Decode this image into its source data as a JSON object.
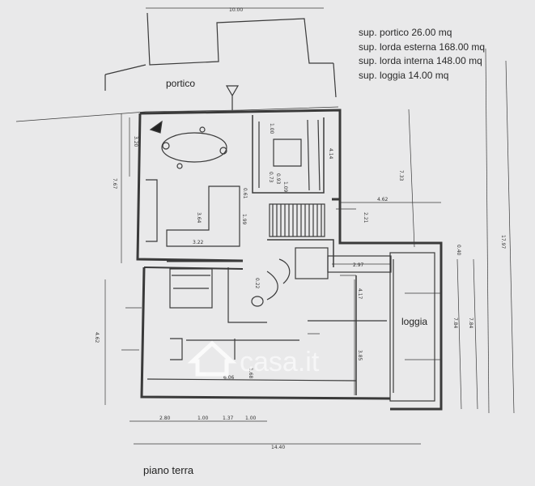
{
  "info": {
    "portico": "sup. portico 26.00 mq",
    "lorda_esterna": "sup. lorda esterna  168.00 mq",
    "lorda_interna": "sup. lorda interna  148.00 mq",
    "loggia": "sup. loggia  14.00 mq"
  },
  "rooms": {
    "portico": "portico",
    "loggia": "loggia"
  },
  "title": "piano terra",
  "watermark": "casa.it",
  "dimensions": {
    "top_width": "10.00",
    "total_width": "14.40",
    "total_height": "17.97",
    "d_3_20": "3.20",
    "d_7_67": "7.67",
    "d_1_00": "1.00",
    "d_4_14": "4.14",
    "d_7_33": "7.33",
    "d_0_73": "0.73",
    "d_0_93": "0.93",
    "d_1_09": "1.09",
    "d_0_61": "0.61",
    "d_3_64": "3.64",
    "d_1_99": "1.99",
    "d_3_22": "3.22",
    "d_2_21": "2.21",
    "d_4_62": "4.62",
    "d_0_40": "0.40",
    "d_2_97": "2.97",
    "d_0_22": "0.22",
    "d_4_17": "4.17",
    "d_3_85": "3.85",
    "d_7_84a": "7.84",
    "d_7_84b": "7.84",
    "d_4_62b": "4.62",
    "d_6_06": "6.06",
    "d_1_68": "1.68",
    "d_2_80": "2.80",
    "d_1_00a": "1.00",
    "d_1_37": "1.37",
    "d_1_00b": "1.00"
  }
}
